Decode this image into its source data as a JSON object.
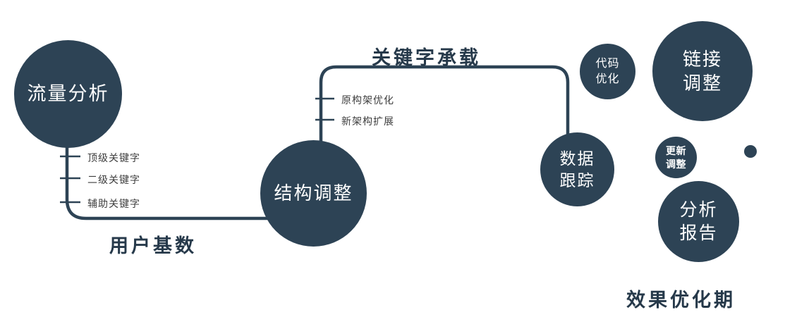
{
  "diagram": {
    "colors": {
      "node": "#2d4355",
      "line": "#2d4355",
      "dark_text": "#26394a"
    },
    "nodes": {
      "traffic_analysis": {
        "label": "流量分析"
      },
      "structure_adjustment": {
        "label": "结构调整"
      },
      "data_tracking": {
        "label": "数据\n跟踪"
      },
      "code_optimization": {
        "label": "代码\n优化"
      },
      "link_adjustment": {
        "label": "链接\n调整"
      },
      "update_adjustment": {
        "label": "更新\n调整"
      },
      "analysis_report": {
        "label": "分析\n报告"
      }
    },
    "edge_labels": {
      "user_base": "用户基数",
      "keyword_bearing": "关键字承载"
    },
    "branch_labels": {
      "keywords": [
        "顶级关键字",
        "二级关键字",
        "辅助关键字"
      ],
      "architecture": [
        "原构架优化",
        "新架构扩展"
      ]
    },
    "caption": "效果优化期"
  }
}
